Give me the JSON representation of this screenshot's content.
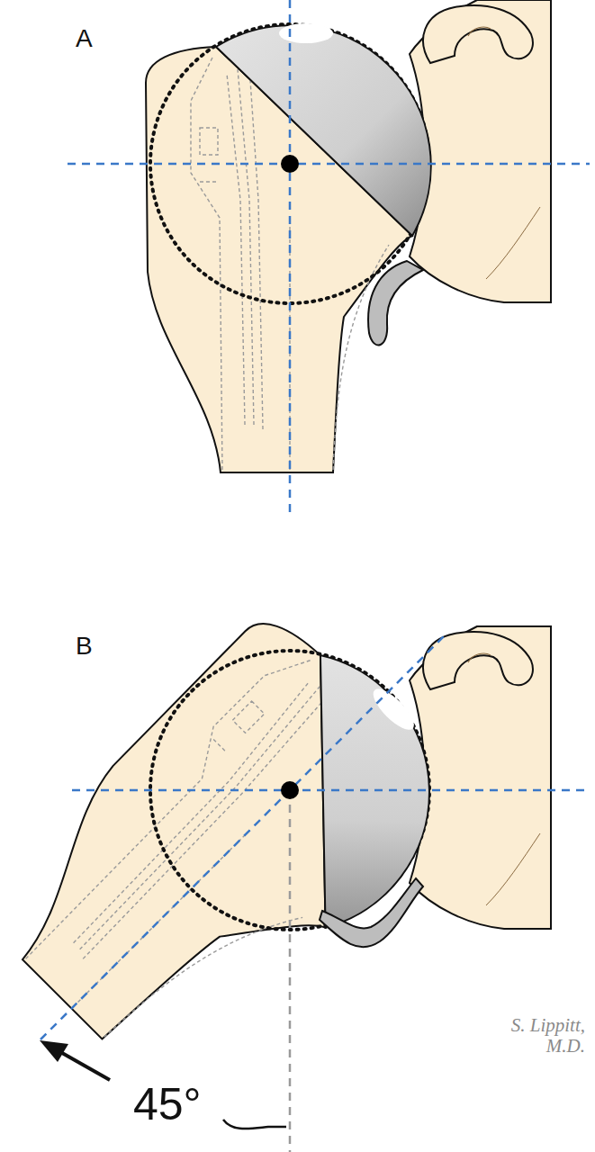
{
  "diagram": {
    "labels": [
      "A",
      "B",
      "45°",
      "S. Lippitt, M.D."
    ]
  }
}
